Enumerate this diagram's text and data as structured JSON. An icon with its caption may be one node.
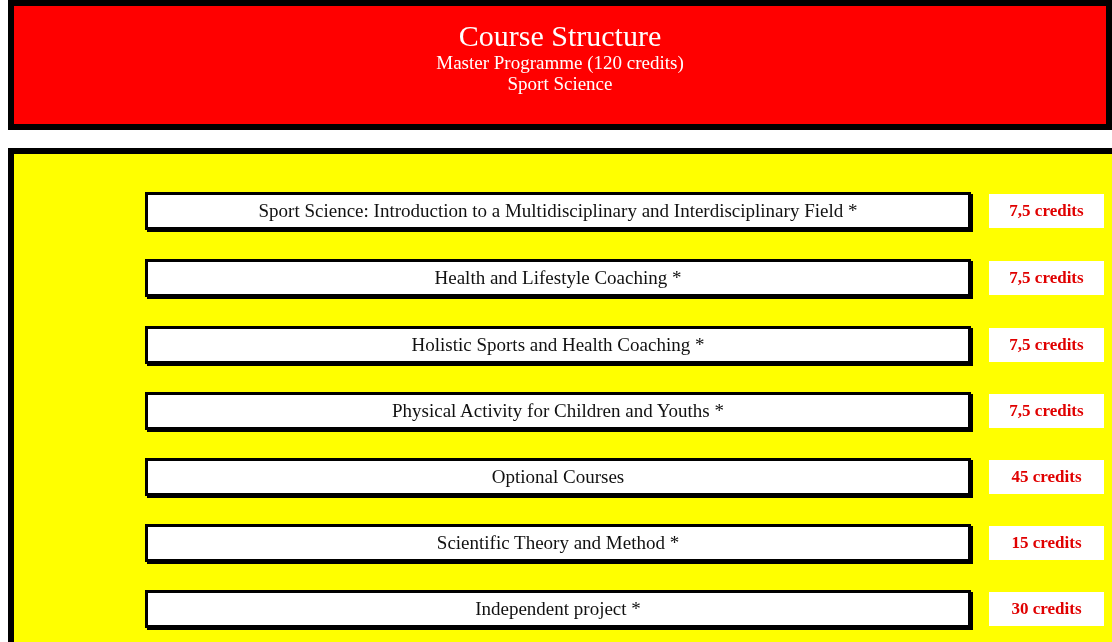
{
  "diagram": {
    "nodes": [
      {
        "text": [
          "Course Structure",
          "Master Programme (120 credits)",
          "Sport Science"
        ]
      },
      {
        "text": [],
        "shape": "box"
      },
      {
        "text": [
          "Sport Science: Introduction to a Multidisciplinary and Interdisciplinary Field *"
        ],
        "in": 1
      },
      {
        "text": [
          "7,5 credits"
        ],
        "in": 1
      },
      {
        "text": [
          "Health and Lifestyle Coaching *"
        ],
        "in": 1
      },
      {
        "text": [
          "7,5 credits"
        ],
        "in": 1
      },
      {
        "text": [
          "Holistic Sports and Health Coaching *"
        ],
        "in": 1
      },
      {
        "text": [
          "7,5 credits"
        ],
        "in": 1
      },
      {
        "text": [
          "Physical Activity for Children and Youths *"
        ],
        "in": 1
      },
      {
        "text": [
          "7,5 credits"
        ],
        "in": 1
      },
      {
        "text": [
          "Optional Courses"
        ],
        "in": 1
      },
      {
        "text": [
          "45 credits"
        ],
        "in": 1
      },
      {
        "text": [
          "Scientific Theory and Method *"
        ],
        "in": 1
      },
      {
        "text": [
          "15 credits"
        ],
        "in": 1
      },
      {
        "text": [
          "Independent project *"
        ],
        "in": 1
      },
      {
        "text": [
          "30 credits"
        ],
        "in": 1
      }
    ],
    "edges": []
  }
}
